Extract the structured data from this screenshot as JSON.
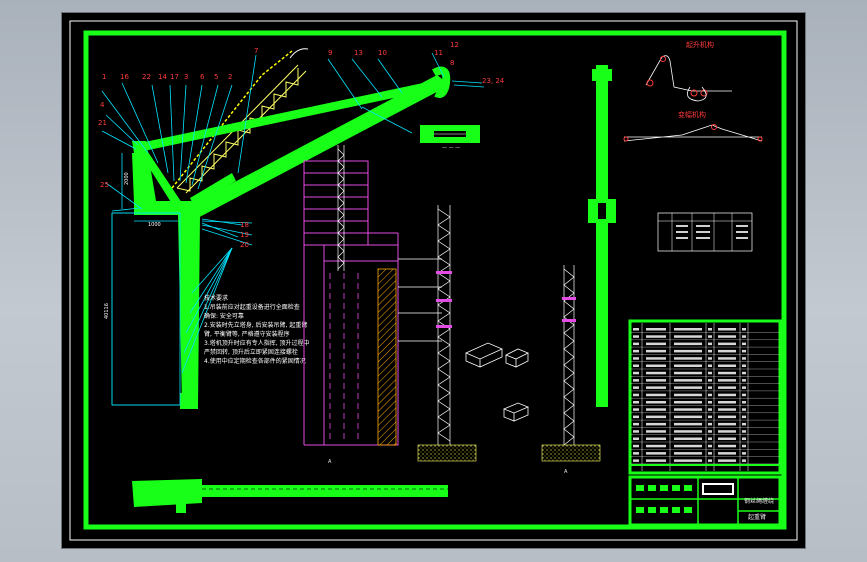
{
  "drawing": {
    "part_labels_left": [
      "1",
      "16",
      "22",
      "14",
      "17",
      "3",
      "6",
      "5",
      "2"
    ],
    "part_label_4": "4",
    "part_label_21": "21",
    "part_label_25": "25",
    "part_label_7": "7",
    "part_labels_top": [
      "9",
      "13",
      "10"
    ],
    "part_label_11": "11",
    "part_label_12": "12",
    "part_label_8": "8",
    "part_label_23_24": "23, 24",
    "part_labels_right": [
      "18",
      "19",
      "20"
    ],
    "dim_1000": "1000",
    "dim_2000": "2000",
    "dim_40116": "40116",
    "notes_lines": [
      "技术要求",
      "1.吊装前应对起重设备进行全面检查",
      "确保: 安全可靠",
      "2.安装时先立塔身, 后安装吊臂, 起重臂",
      "臂, 平衡臂等, 严格遵守安装程序",
      "3.塔机顶升时应有专人指挥, 顶升过程中",
      "严禁回转, 顶升后立即紧固连接螺栓",
      "4.使用中应定期检查各部件的紧固情况"
    ],
    "title_block_header": "钢丝绳缠绕",
    "title_block_sub": "起重臂",
    "elevation_label_a": "A",
    "elevation_label_b": "A",
    "rope_diagram_title_1": "起升机构",
    "rope_diagram_title_2": "变幅机构"
  }
}
